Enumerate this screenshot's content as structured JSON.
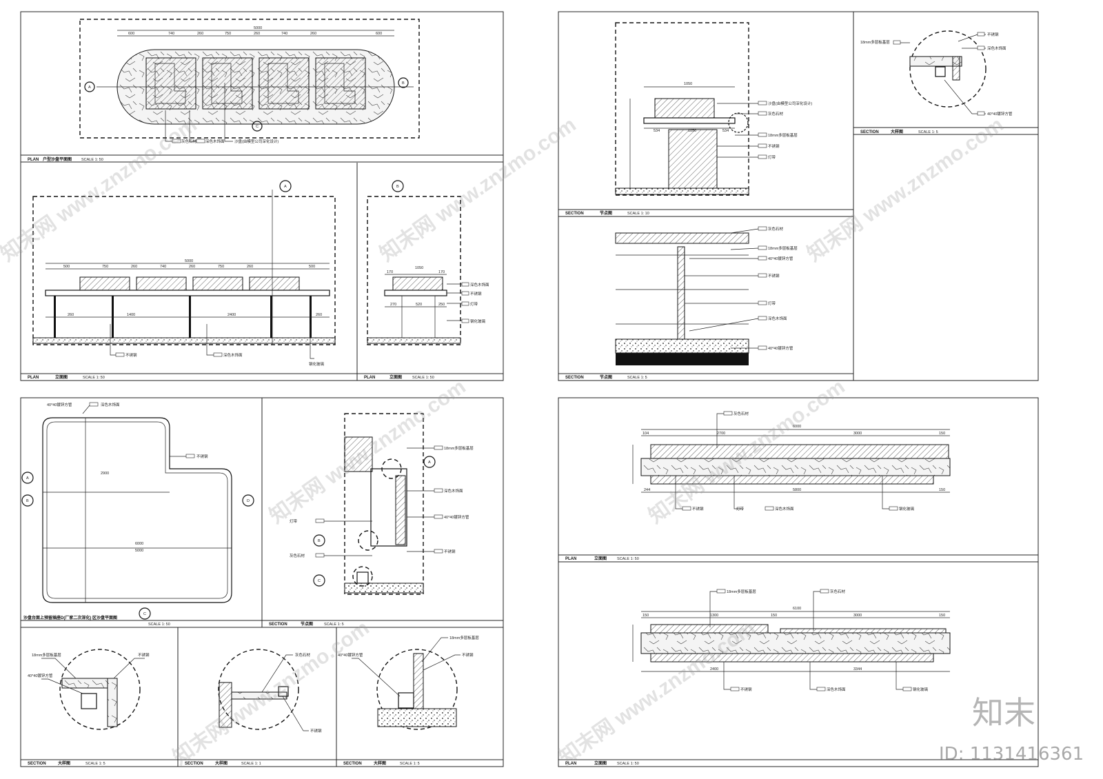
{
  "document": {
    "sheets": [
      {
        "id": "sheet-1",
        "views": [
          {
            "type": "PLAN",
            "title": "户型沙盘平面图",
            "scale": "SCALE 1: 50"
          },
          {
            "type": "PLAN",
            "title": "立面图",
            "scale": "SCALE 1: 50"
          },
          {
            "type": "PLAN",
            "title": "立面图",
            "scale": "SCALE 1: 50"
          }
        ]
      },
      {
        "id": "sheet-2",
        "views": [
          {
            "type": "SECTION",
            "title": "节点图",
            "scale": "SCALE 1: 10"
          },
          {
            "type": "SECTION",
            "title": "大样图",
            "scale": "SCALE 1: 5"
          },
          {
            "type": "SECTION",
            "title": "节点图",
            "scale": "SCALE 1: 5"
          }
        ]
      },
      {
        "id": "sheet-3",
        "views": [
          {
            "type": "PLAN",
            "title": "沙盘台面上预留插座D(厂家二次深化)  区沙盘平面图",
            "scale": "SCALE 1: 50"
          },
          {
            "type": "SECTION",
            "title": "节点图",
            "scale": "SCALE 1: 5"
          },
          {
            "type": "SECTION",
            "title": "大样图",
            "scale": "SCALE 1: 5"
          },
          {
            "type": "SECTION",
            "title": "大样图",
            "scale": "SCALE 1: 1"
          },
          {
            "type": "SECTION",
            "title": "大样图",
            "scale": "SCALE 1: 5"
          }
        ]
      },
      {
        "id": "sheet-4",
        "views": [
          {
            "type": "PLAN",
            "title": "立面图",
            "scale": "SCALE 1: 50"
          },
          {
            "type": "PLAN",
            "title": "立面图",
            "scale": "SCALE 1: 50"
          }
        ]
      }
    ],
    "dimensions": {
      "plan_top": [
        "600",
        "740",
        "260",
        "750",
        "260",
        "740",
        "260",
        "600"
      ],
      "plan_total": "5000",
      "elev_top": [
        "500",
        "750",
        "260",
        "740",
        "260",
        "750",
        "260",
        "500"
      ],
      "elev_total": "5000",
      "elev_bottom": [
        "260",
        "1400",
        "2400",
        "260"
      ],
      "side_top": [
        "170",
        "1050",
        "170"
      ],
      "side_mid": [
        "270",
        "520",
        "250"
      ],
      "node_top": "1050",
      "node_mid": [
        "534",
        "1050",
        "534"
      ],
      "big_plan": [
        "2900",
        "5000",
        "6000"
      ],
      "elev4a_top": [
        "104",
        "2700",
        "3000",
        "150"
      ],
      "elev4a_total": "6000",
      "elev4a_bottom": [
        "244",
        "5800",
        "150"
      ],
      "elev4b_top": [
        "150",
        "1300",
        "150",
        "3000",
        "150"
      ],
      "elev4b_total": "6100",
      "elev4b_bottom": [
        "2400",
        "3344"
      ]
    },
    "callouts": {
      "material_1": "灰色石材",
      "material_2": "深色木饰面",
      "material_3": "不锈钢",
      "material_4": "钢化玻璃",
      "material_5": "灯带",
      "material_6": "40*40镀锌方管",
      "material_7": "18mm多层板基层",
      "material_8": "沙盘(由模型公司深化设计)"
    },
    "section_marks": [
      "A",
      "B",
      "C",
      "D"
    ],
    "watermark": "知末网 www.znzmo.com",
    "logo": "知末",
    "image_id": "ID: 1131416361"
  }
}
